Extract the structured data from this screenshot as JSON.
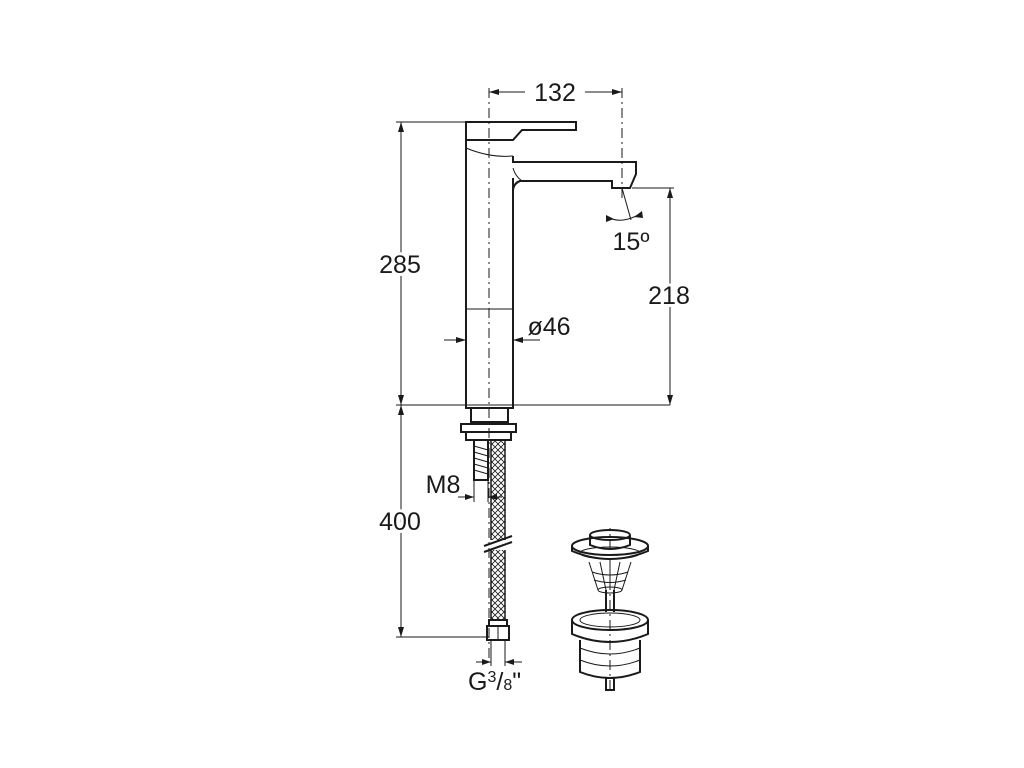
{
  "dimensions": {
    "top_width": "132",
    "height_total": "285",
    "spout_height": "218",
    "body_diameter": "ø46",
    "spout_angle": "15º",
    "hose_length": "400",
    "thread": "M8",
    "connection_main": "G",
    "connection_num": "3",
    "connection_sep": "/",
    "connection_den": "8",
    "connection_suffix": "\""
  }
}
